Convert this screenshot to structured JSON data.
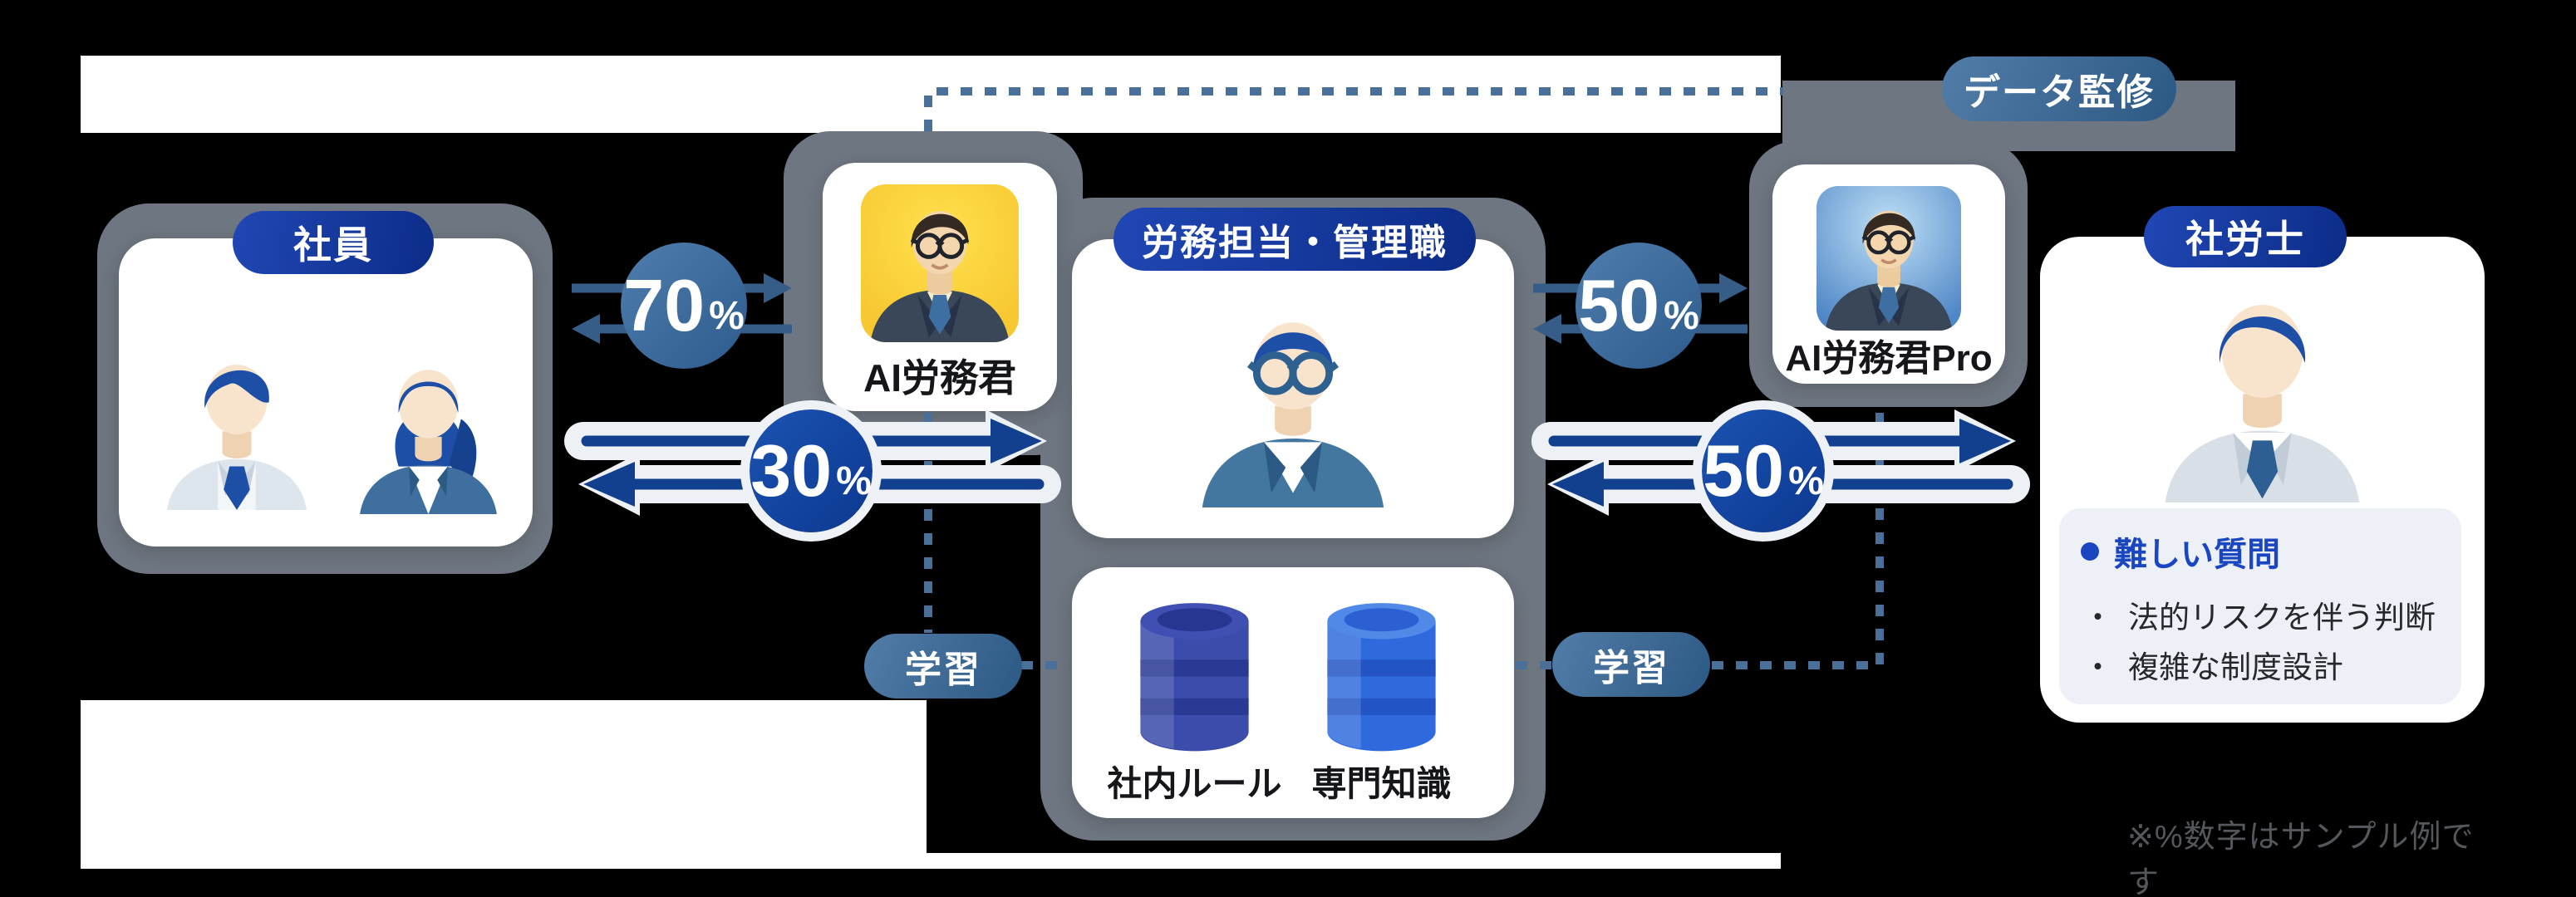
{
  "colors": {
    "page_bg": "#000000",
    "container_gray": "#6e7681",
    "badge_navy_start": "#2047b4",
    "badge_navy_end": "#0c2c88",
    "badge_steel_start": "#537da9",
    "badge_steel_end": "#2c5884",
    "arrow_small": "#365d87",
    "arrow_big_blue": "#123f8e",
    "arrow_big_outline": "#edf1f6",
    "dashed_line": "#4a6f99",
    "panel_bg": "#edf1f7",
    "blue_text": "#1b46c2"
  },
  "groups": {
    "employees": {
      "badge": "社員"
    },
    "manager": {
      "badge": "労務担当・管理職"
    },
    "sharoushi": {
      "badge": "社労士"
    }
  },
  "ai_products": {
    "basic": {
      "label": "AI労務君"
    },
    "pro": {
      "label": "AI労務君Pro"
    }
  },
  "knowledge": {
    "items": [
      {
        "label": "社内ルール"
      },
      {
        "label": "専門知識"
      }
    ]
  },
  "flows": {
    "employee_to_ai": {
      "value": "70",
      "unit": "%"
    },
    "employee_escalation": {
      "value": "30",
      "unit": "%"
    },
    "manager_to_pro": {
      "value": "50",
      "unit": "%"
    },
    "manager_escalation": {
      "value": "50",
      "unit": "%"
    }
  },
  "process_labels": {
    "data_supervision": "データ監修",
    "learning_left": "学習",
    "learning_right": "学習"
  },
  "sharoushi_panel": {
    "title": "難しい質問",
    "bullet": "・",
    "items": [
      "法的リスクを伴う判断",
      "複雑な制度設計"
    ]
  },
  "footnote": "※%数字はサンプル例です"
}
